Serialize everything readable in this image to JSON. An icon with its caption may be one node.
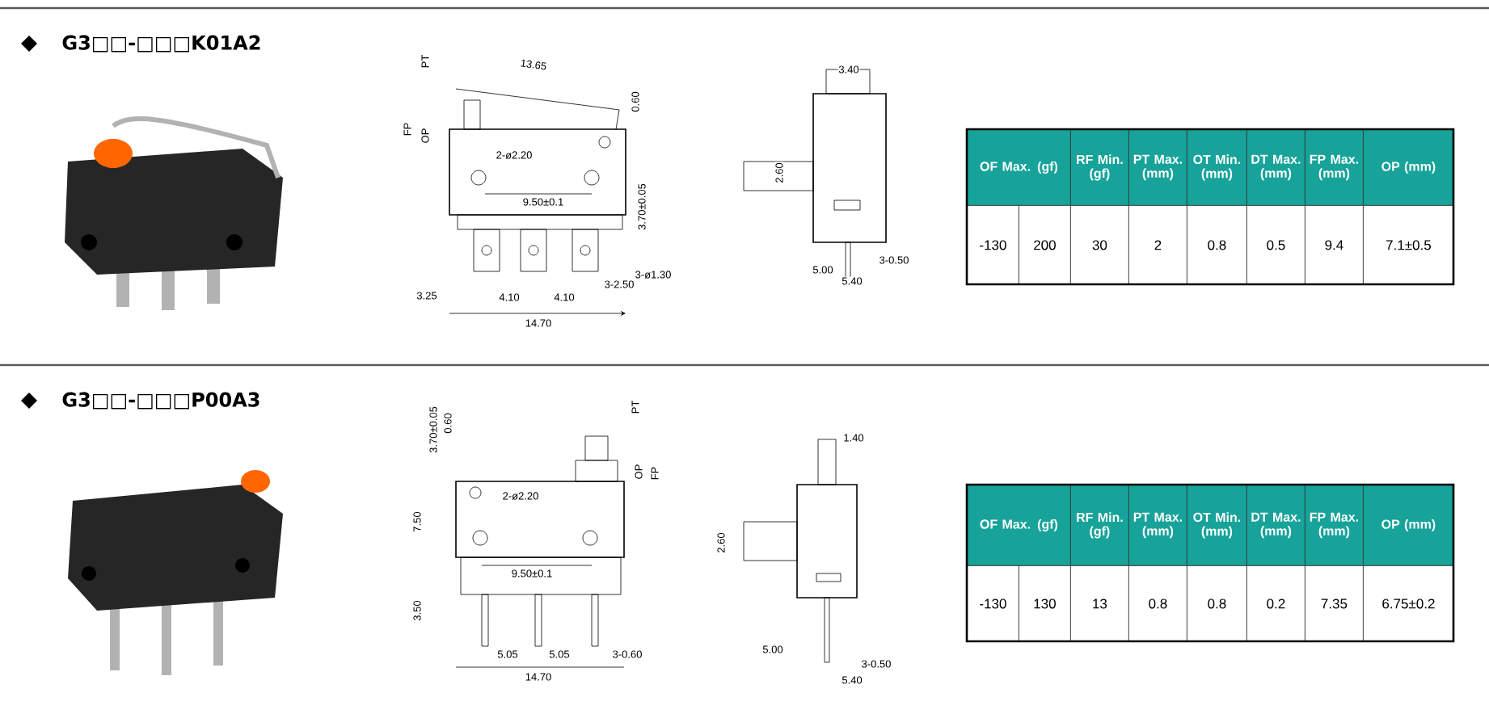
{
  "diagram": {
    "labels": [
      "G3□□-□□□K01A2",
      "PT",
      "13.65",
      "0.60",
      "FP",
      "OP",
      "2-ø2.20",
      "9.50±0.1",
      "3.70±0.05",
      "3-ø1.30",
      "3-2.50",
      "3.25",
      "4.10",
      "4.10",
      "14.70",
      "3.40",
      "2.60",
      "3-0.50",
      "5.00",
      "5.40",
      "OF Max. (gf)",
      "RF Min. (gf)",
      "PT Max. (mm)",
      "OT Min. (mm)",
      "DT Max. (mm)",
      "FP Max. (mm)",
      "OP (mm)",
      "-130",
      "200",
      "30",
      "2",
      "0.8",
      "0.5",
      "9.4",
      "7.1±0.5",
      "G3□□-□□□P00A3",
      "3.70±0.05",
      "0.60",
      "PT",
      "OP",
      "FP",
      "2-ø2.20",
      "7.50",
      "9.50±0.1",
      "3.50",
      "5.05",
      "5.05",
      "3-0.60",
      "14.70",
      "1.40",
      "2.60",
      "5.00",
      "3-0.50",
      "5.40",
      "OF Max. (gf)",
      "RF Min. (gf)",
      "PT Max. (mm)",
      "OT Min. (mm)",
      "DT Max. (mm)",
      "FP Max. (mm)",
      "OP (mm)",
      "-130",
      "130",
      "13",
      "0.8",
      "0.8",
      "0.2",
      "7.35",
      "6.75±0.2"
    ]
  }
}
